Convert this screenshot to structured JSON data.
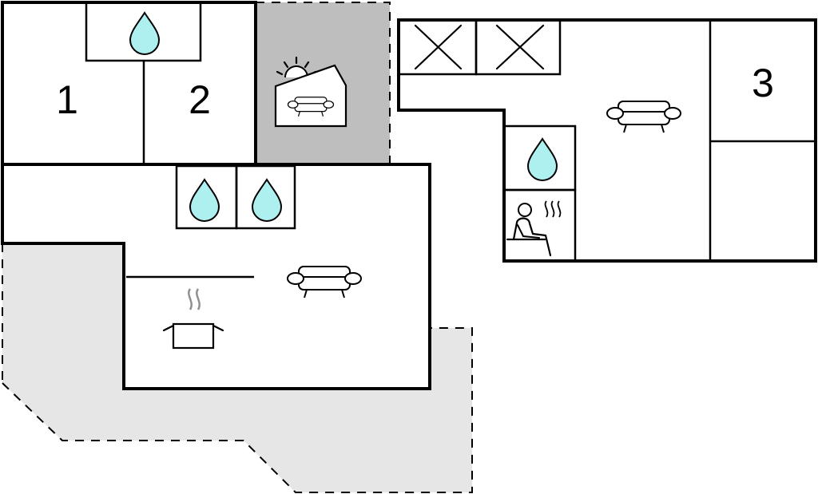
{
  "colors": {
    "background": "#ffffff",
    "walls": "#000000",
    "terrace": "#e6e6e6",
    "covered_terrace": "#bebebe",
    "water": "#aeeff0",
    "steam": "#909090"
  },
  "rooms": {
    "bedroom_1": {
      "number": "1"
    },
    "bedroom_2": {
      "number": "2"
    },
    "bedroom_3": {
      "number": "3"
    }
  },
  "icons": [
    "water-drop-icon",
    "sofa-icon",
    "cooking-pot-icon",
    "sauna-icon",
    "sun-icon",
    "single-bed-icon"
  ]
}
